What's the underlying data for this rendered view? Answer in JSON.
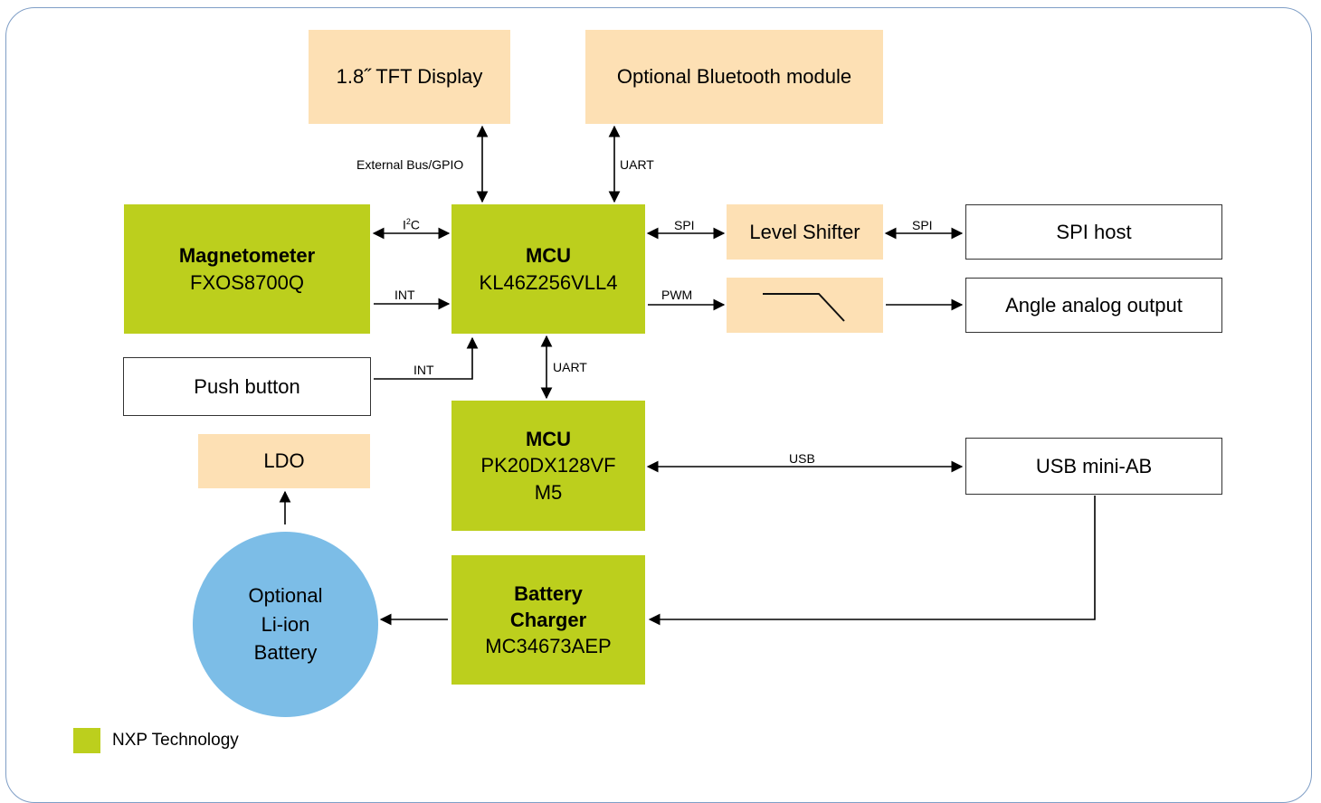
{
  "blocks": {
    "tft": "1.8˝ TFT Display",
    "bluetooth": "Optional Bluetooth module",
    "magnetometer": {
      "title": "Magnetometer",
      "part": "FXOS8700Q"
    },
    "mcu1": {
      "title": "MCU",
      "part": "KL46Z256VLL4"
    },
    "level_shifter": "Level Shifter",
    "spi_host": "SPI host",
    "angle_output": "Angle analog output",
    "push_button": "Push button",
    "mcu2": {
      "title": "MCU",
      "part_line1": "PK20DX128VF",
      "part_line2": "M5"
    },
    "usb": "USB mini-AB",
    "ldo": "LDO",
    "battery_charger": {
      "title_line1": "Battery",
      "title_line2": "Charger",
      "part": "MC34673AEP"
    },
    "battery": {
      "line1": "Optional",
      "line2": "Li-ion",
      "line3": "Battery"
    }
  },
  "connections": {
    "ext_bus": "External Bus/GPIO",
    "uart_bt": "UART",
    "i2c_main": "I",
    "i2c_sup": "2",
    "i2c_tail": "C",
    "int_mag": "INT",
    "int_btn": "INT",
    "spi_mcu": "SPI",
    "spi_host": "SPI",
    "pwm": "PWM",
    "uart_mcu": "UART",
    "usb": "USB"
  },
  "legend": {
    "label": "NXP  Technology",
    "color": "#bccf1d"
  },
  "colors": {
    "nxp_green": "#bccf1d",
    "peripheral_peach": "#fde0b4",
    "battery_blue": "#7cbde7",
    "frame": "#7f9ec6"
  }
}
